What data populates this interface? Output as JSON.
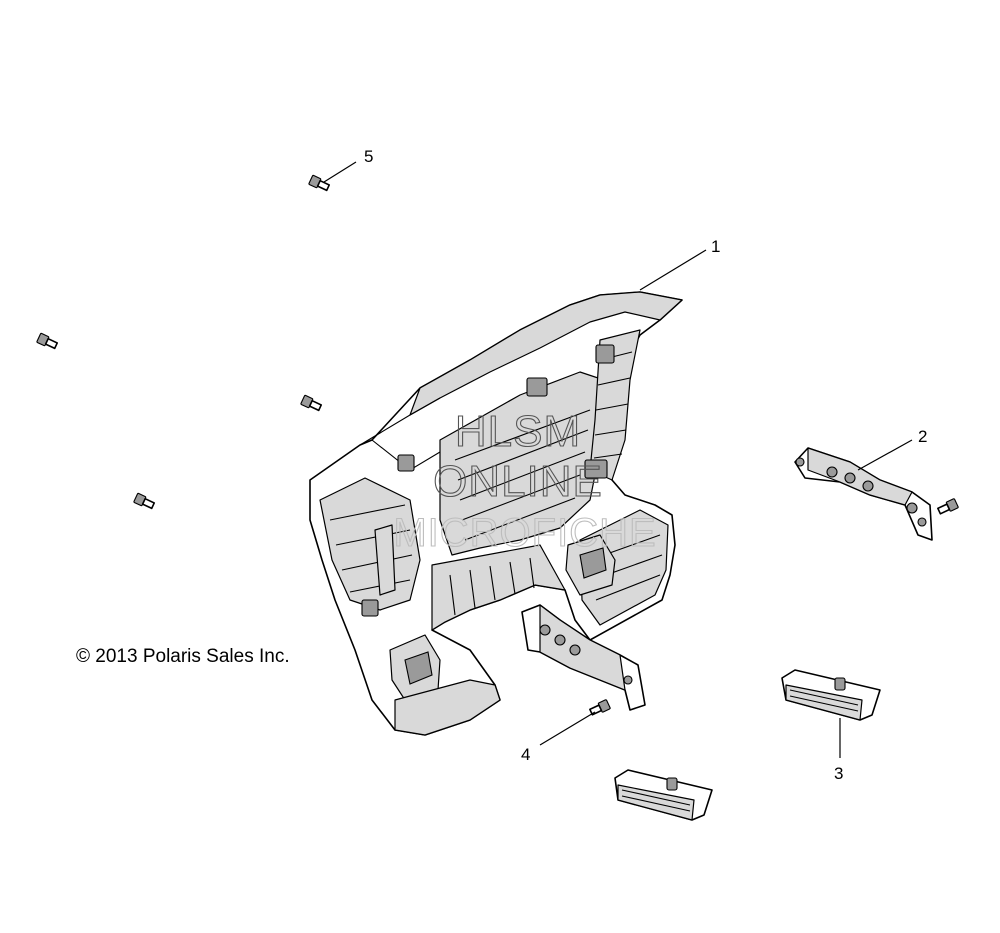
{
  "diagram": {
    "copyright": "© 2013 Polaris Sales Inc.",
    "watermark": [
      "HLSM",
      "ONLINE",
      "MICROFICHE"
    ],
    "callouts": [
      {
        "id": "callout-1",
        "label": "1"
      },
      {
        "id": "callout-2",
        "label": "2"
      },
      {
        "id": "callout-3",
        "label": "3"
      },
      {
        "id": "callout-4",
        "label": "4"
      },
      {
        "id": "callout-5",
        "label": "5"
      }
    ],
    "colors": {
      "line": "#000000",
      "shade": "#d9d9d9",
      "watermark": "#555555"
    }
  }
}
